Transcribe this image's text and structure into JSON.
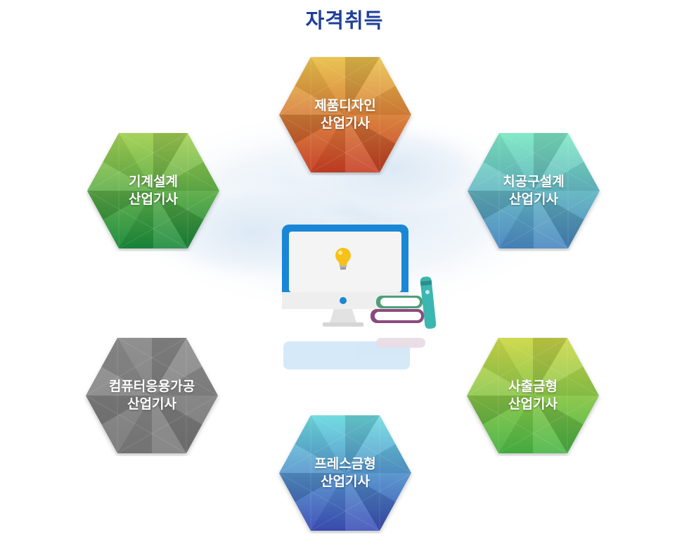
{
  "title": "자격취득",
  "hexes": [
    {
      "line1": "제품디자인",
      "line2": "산업기사",
      "top": "#e9c24c",
      "bottom": "#c73e25"
    },
    {
      "line1": "기계설계",
      "line2": "산업기사",
      "top": "#a4d154",
      "bottom": "#1a8a3c"
    },
    {
      "line1": "치공구설계",
      "line2": "산업기사",
      "top": "#7de8c3",
      "bottom": "#4a86c1"
    },
    {
      "line1": "컴퓨터응용가공",
      "line2": "산업기사",
      "top": "#8c8c8c",
      "bottom": "#7a7a7a"
    },
    {
      "line1": "사출금형",
      "line2": "산업기사",
      "top": "#cdd84a",
      "bottom": "#49b545"
    },
    {
      "line1": "프레스금형",
      "line2": "산업기사",
      "top": "#6ddbe0",
      "bottom": "#3d4fb8"
    }
  ],
  "icons": {
    "center": "monitor-with-lightbulb-icon",
    "books": "books-icon"
  }
}
